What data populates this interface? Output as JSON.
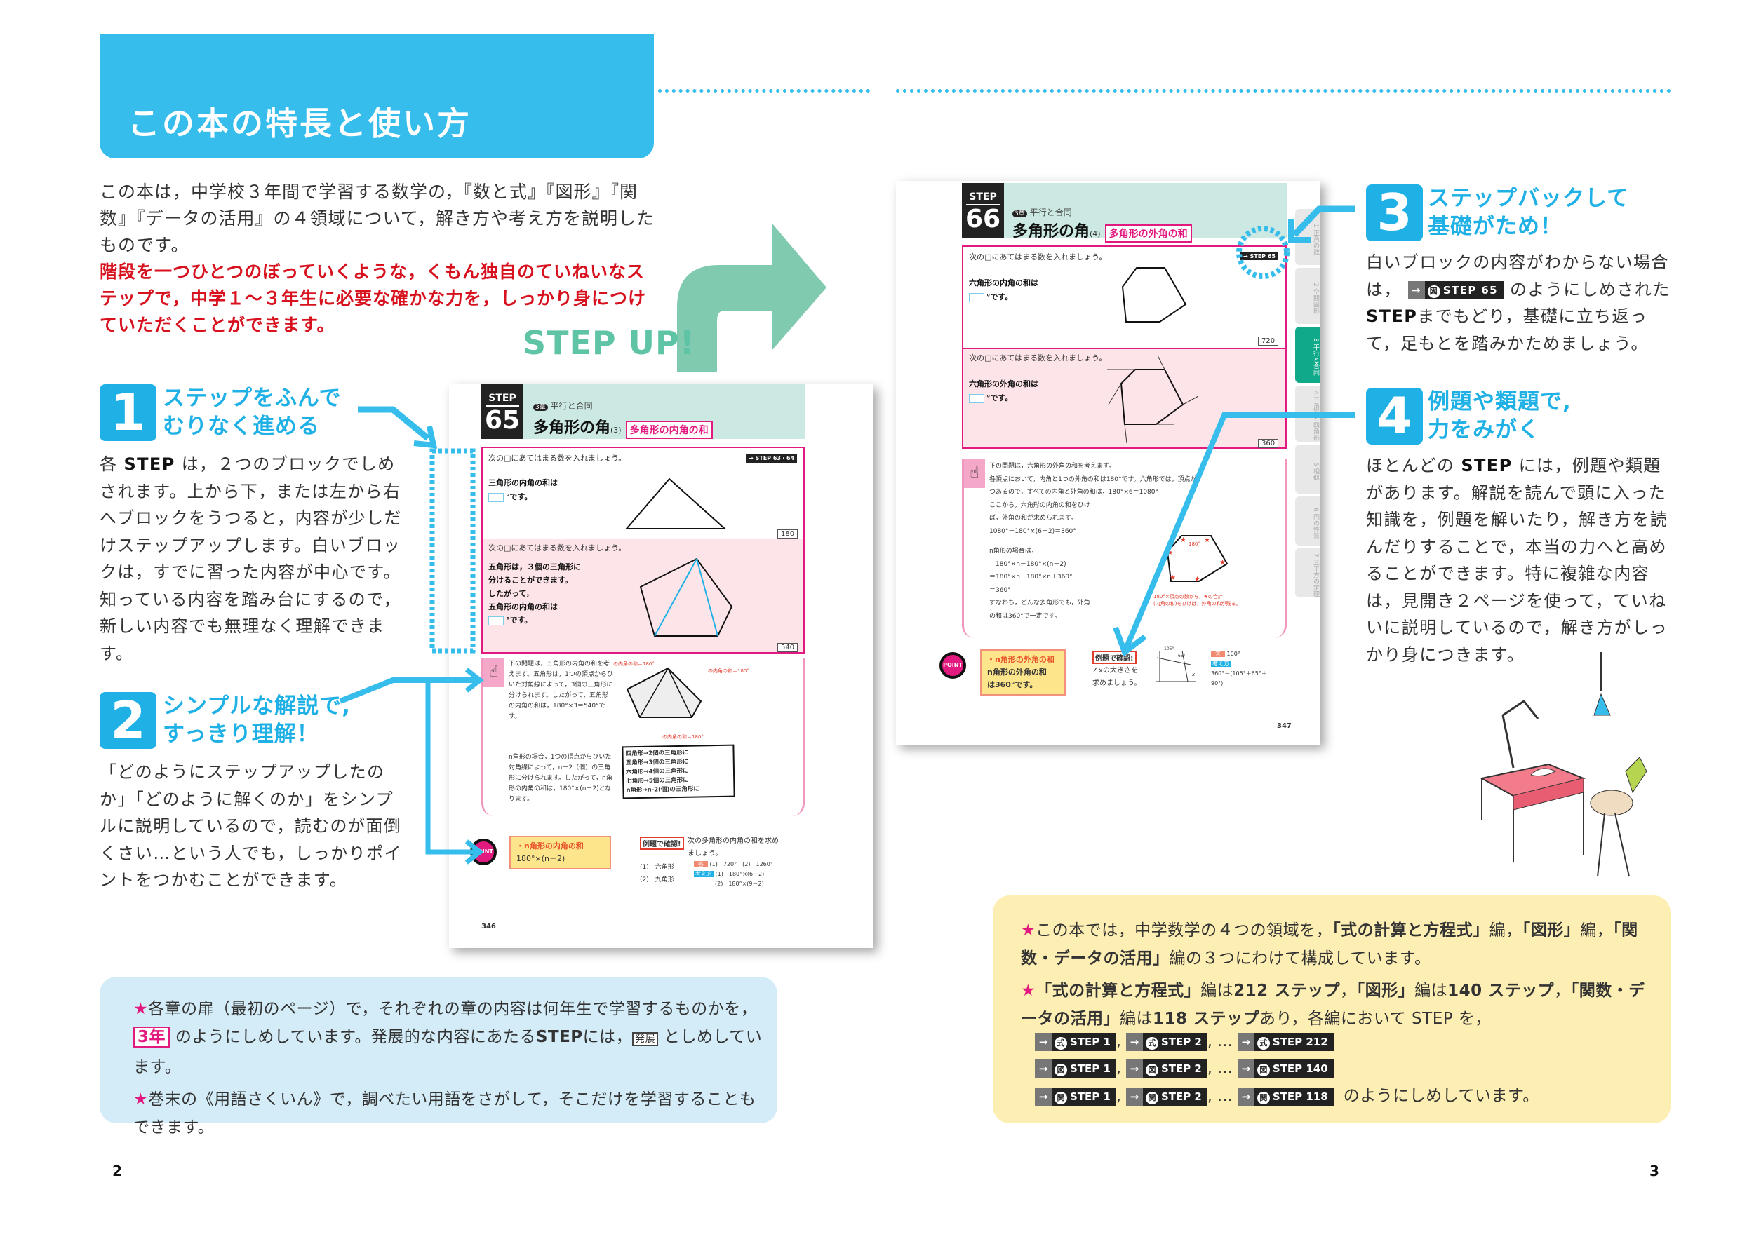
{
  "title": "この本の特長と使い方",
  "intro": {
    "line1": "この本は，中学校３年間で学習する数学の，『数と式』『図形』『関数』『データの活用』の４領域について，解き方や考え方を説明したものです。",
    "highlight": "階段を一つひとつのぼっていくような，くもん独自のていねいなステップで，中学１～３年生に必要な確かな力を，しっかり身につけていただくことができます。"
  },
  "step_up": "STEP UP!",
  "sections": [
    {
      "number": "1",
      "heading1": "ステップをふんで",
      "heading2": "むりなく進める",
      "body_pre": "各",
      "body_bold": "STEP",
      "body": "は，２つのブロックでしめされます。上から下，または左から右へブロックをうつると，内容が少しだけステップアップします。白いブロックは，すでに習った内容が中心です。知っている内容を踏み台にするので，新しい内容でも無理なく理解できます。"
    },
    {
      "number": "2",
      "heading1": "シンプルな解説で,",
      "heading2": "すっきり理解！",
      "body": "「どのようにステップアップしたのか」「どのように解くのか」をシンプルに説明しているので，読むのが面倒くさい…という人でも，しっかりポイントをつかむことができます。"
    },
    {
      "number": "3",
      "heading1": "ステップバックして",
      "heading2": "基礎がため！",
      "body_pre": "白いブロックの内容がわからない場合は，",
      "badge": "STEP 65",
      "body_mid": "のようにしめされた",
      "body_bold": "STEP",
      "body": "までもどり，基礎に立ち返って，足もとを踏みかためましょう。"
    },
    {
      "number": "4",
      "heading1": "例題や類題で,",
      "heading2": "力をみがく",
      "body_pre": "ほとんどの",
      "body_bold": "STEP",
      "body": "には，例題や類題があります。解説を読んで頭に入った知識を，例題を解いたり，解き方を読んだりすることで，本当の力へと高めることができます。特に複雑な内容は，見開き２ページを使って，ていねいに説明しているので，解き方がしっかり身につきます。"
    }
  ],
  "left_page": {
    "step_label": "STEP",
    "step_number": "65",
    "chapter": "3章",
    "chapter_name": "平行と合同",
    "title": "多角形の角",
    "title_num": "(3)",
    "tag": "多角形の内角の和",
    "ref": "STEP 63・64",
    "q1": {
      "prompt": "次の□にあてはまる数を入れましょう。",
      "text": "三角形の内角の和は",
      "suffix": "°です。",
      "answer": "180"
    },
    "q2": {
      "prompt": "次の□にあてはまる数を入れましょう。",
      "text1": "五角形は，３個の三角形に",
      "text2": "分けることができます。",
      "text3": "したがって，",
      "text4": "五角形の内角の和は",
      "suffix": "°です。",
      "answer": "540"
    },
    "explain1": "下の問題は，五角形の内角の和を考えます。五角形は，1つの頂点からひいた対角線によって，3個の三角形に分けられます。したがって，五角形の内角の和は，180°×3＝540°です。",
    "explain2": "n角形の場合，1つの頂点からひいた対角線によって，n－2（個）の三角形に分けられます。したがって，n角形の内角の和は，180°×(n－2)となります。",
    "fig_labels": [
      "の内角の和＝180°",
      "の内角の和＝180°",
      "の内角の和＝180°"
    ],
    "memo": [
      "四角形→2個の三角形に",
      "五角形→3個の三角形に",
      "六角形→4個の三角形に",
      "七角形→5個の三角形に",
      "n角形→n-2(個)の三角形に"
    ],
    "point_badge": "POINT",
    "point_title": "・n角形の内角の和",
    "point_formula": "180°×(n－2)",
    "example_label": "例題で確認!",
    "example_text": "次の多角形の内角の和を求めましょう。",
    "example_items": [
      "(1)　六角形",
      "(2)　九角形"
    ],
    "answer_label": "答",
    "answer_text": "(1)　720°　(2)　1260°",
    "method_label": "考え方",
    "method_lines": [
      "(1)　180°×(6－2)",
      "(2)　180°×(9－2)"
    ],
    "page_number": "346"
  },
  "right_page": {
    "step_label": "STEP",
    "step_number": "66",
    "chapter": "3章",
    "chapter_name": "平行と合同",
    "title": "多角形の角",
    "title_num": "(4)",
    "tag": "多角形の外角の和",
    "ref": "STEP 65",
    "q1": {
      "prompt": "次の□にあてはまる数を入れましょう。",
      "text": "六角形の内角の和は",
      "suffix": "°です。",
      "answer": "720"
    },
    "q2": {
      "prompt": "次の□にあてはまる数を入れましょう。",
      "text": "六角形の外角の和は",
      "suffix": "°です。",
      "answer": "360"
    },
    "explain": [
      "下の問題は，六角形の外角の和を考えます。",
      "各頂点において，内角と1つの外角の和は180°です。六角形では，頂点が6",
      "つあるので，すべての内角と外角の和は，180°×6＝1080°",
      "ここから，六角形の内角の和をひけ",
      "ば，外角の和が求められます。",
      "1080°－180°×(6－2)＝360°",
      "",
      "n角形の場合は，",
      "　180°×n－180°×(n－2)",
      "＝180°×n－180°×n＋360°",
      "＝360°",
      "すなわち，どんな多角形でも，外角",
      "の和は360°で一定です。"
    ],
    "fig_angle": "180°",
    "fig_note": [
      "180°×頂点の数から，★の合計",
      "(内角の和)をひけば，外角の和が残る。"
    ],
    "point_badge": "POINT",
    "point_title": "・n角形の外角の和",
    "point_body": [
      "n角形の外角の和",
      "は360°です。"
    ],
    "example_label": "例題で確認!",
    "example_text": [
      "∠xの大きさを",
      "求めましょう。"
    ],
    "example_fig": [
      "105°",
      "65°",
      "x"
    ],
    "answer_label": "答",
    "answer_text": "100°",
    "method_label": "考え方",
    "method_lines": [
      "360°－(105°＋65°＋",
      "90°)"
    ],
    "side_tabs": [
      {
        "num": "1",
        "label": "正負の数"
      },
      {
        "num": "2",
        "label": "空間図形"
      },
      {
        "num": "3",
        "label": "平行と合同",
        "active": true
      },
      {
        "num": "4",
        "label": "三角形と四角形"
      },
      {
        "num": "5",
        "label": "相似"
      },
      {
        "num": "6",
        "label": "円の性質"
      },
      {
        "num": "7",
        "label": "三平方の定理"
      }
    ],
    "page_number": "347"
  },
  "yellow_note": {
    "line1_pre": "この本では，中学数学の４つの領域を，",
    "line1_b1": "「式の計算と方程式」",
    "line1_m1": "編，",
    "line1_b2": "「図形」",
    "line1_m2": "編，",
    "line1_b3": "「関数・データの活用」",
    "line1_post": "編の３つにわけて構成しています。",
    "line2_b1": "「式の計算と方程式」",
    "line2_m1": "編は",
    "line2_b2": "212 ステップ",
    "line2_m2": "，",
    "line2_b3": "「図形」",
    "line2_m3": "編は",
    "line2_b4": "140 ステップ",
    "line2_m4": "，",
    "line2_b5": "「関数・データの活用」",
    "line2_m5": "編は",
    "line2_b6": "118 ステップ",
    "line2_post": "あり，各編において STEP を，",
    "rows": [
      {
        "icon": "式",
        "items": [
          "STEP 1",
          "STEP 2",
          "STEP 212"
        ]
      },
      {
        "icon": "図",
        "items": [
          "STEP 1",
          "STEP 2",
          "STEP 140"
        ]
      },
      {
        "icon": "関",
        "items": [
          "STEP 1",
          "STEP 2",
          "STEP 118"
        ]
      }
    ],
    "ellipsis": "…",
    "tail": "のようにしめしています。"
  },
  "blue_note": {
    "line1": "各章の扉（最初のページ）で，それぞれの章の内容は何年生で学習するものかを，",
    "tag_year": "3年",
    "line2a": "のようにしめしています。発展的な内容にあたる",
    "line2_bold": "STEP",
    "line2b": "には，",
    "tag_adv": "発展",
    "line2c": "としめしています。",
    "line3": "巻末の《用語さくいん》で，調べたい用語をさがして，そこだけを学習することもできます。"
  },
  "page_numbers": {
    "left": "2",
    "right": "3"
  },
  "colors": {
    "accent": "#36bdec",
    "heading": "#1fb1e6",
    "red": "#d7121e",
    "green": "#80cbb0",
    "pink": "#e2197e"
  }
}
